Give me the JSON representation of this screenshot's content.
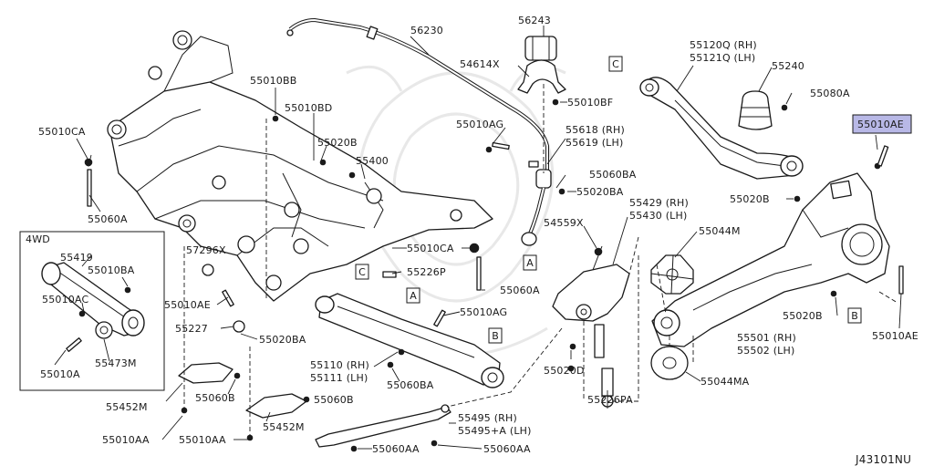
{
  "diagram_code": "J43101NU",
  "highlight_color": "#b8b8e6",
  "inset_title": "4WD",
  "ref_markers": [
    "A",
    "B",
    "C"
  ],
  "labels": {
    "p56230": "56230",
    "p56243": "56243",
    "p54614x": "54614X",
    "p55010bf": "55010BF",
    "p55010ag_top": "55010AG",
    "p55618": "55618 (RH)",
    "p55619": "55619 (LH)",
    "p55060ba_mid": "55060BA",
    "p55020ba_mid": "55020BA",
    "p55120q": "55120Q (RH)",
    "p55121q": "55121Q (LH)",
    "p55240": "55240",
    "p55080a": "55080A",
    "p55010ae_hl": "55010AE",
    "p55020b_right": "55020B",
    "p55429": "55429 (RH)",
    "p55430": "55430 (LH)",
    "p54559x": "54559X",
    "p55044m": "55044M",
    "p55010bb": "55010BB",
    "p55010bd": "55010BD",
    "p55020b_mid": "55020B",
    "p55400": "55400",
    "p55010ca_left": "55010CA",
    "p55060a_left": "55060A",
    "p55010ca_mid": "55010CA",
    "p55226p": "55226P",
    "p55060a_mid": "55060A",
    "p57296x": "57296X",
    "p55010ae_left": "55010AE",
    "p55227": "55227",
    "p55020ba_low": "55020BA",
    "p55010ag_low": "55010AG",
    "p55110": "55110 (RH)",
    "p55111": "55111 (LH)",
    "p55060ba_low": "55060BA",
    "p55020d": "55020D",
    "p55226pa": "55226PA",
    "p55044ma": "55044MA",
    "p55501": "55501 (RH)",
    "p55502": "55502 (LH)",
    "p55020b_low": "55020B",
    "p55010ae_right": "55010AE",
    "p55419": "55419",
    "p55010ba_inset": "55010BA",
    "p55010ac": "55010AC",
    "p55473m": "55473M",
    "p55010a": "55010A",
    "p55452m_left": "55452M",
    "p55060b_left": "55060B",
    "p55452m_mid": "55452M",
    "p55060b_mid": "55060B",
    "p55010aa_a": "55010AA",
    "p55010aa_b": "55010AA",
    "p55495": "55495 (RH)",
    "p55495a": "55495+A (LH)",
    "p55060aa": "55060AA",
    "p55060aa_b": "55060AA"
  }
}
